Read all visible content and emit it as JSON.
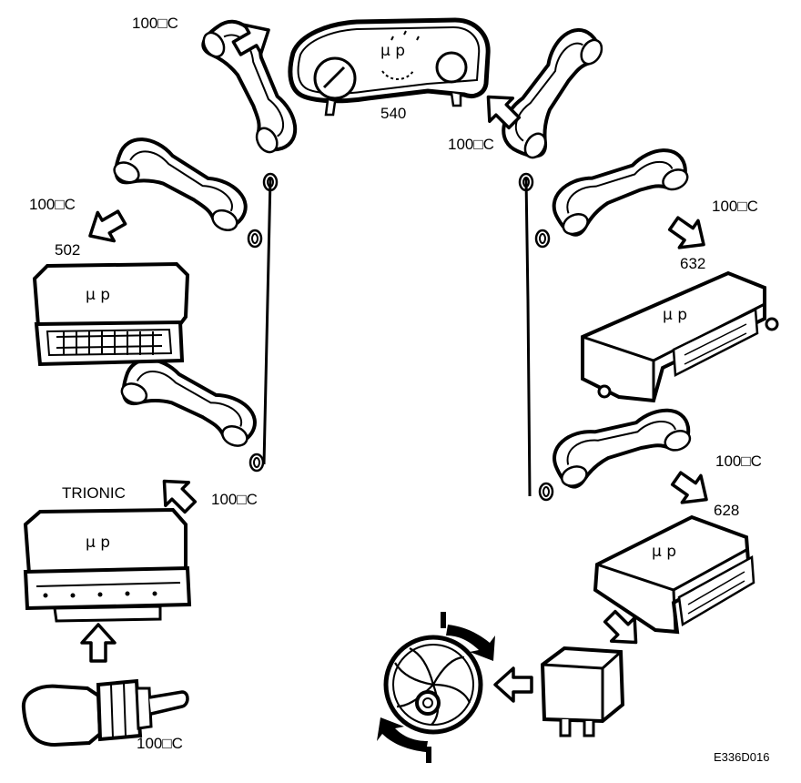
{
  "diagram": {
    "reference_code": "E336D016",
    "modules": {
      "instrument_cluster": {
        "id": "540",
        "processor_text": "µ p"
      },
      "module_502": {
        "id": "502",
        "processor_text": "µ p"
      },
      "module_632": {
        "id": "632",
        "processor_text": "µ p"
      },
      "trionic": {
        "name": "TRIONIC",
        "processor_text": "µ p"
      },
      "module_628": {
        "id": "628",
        "processor_text": "µ p"
      }
    },
    "temperature_labels": {
      "top_left": "100□C",
      "left_mid": "100□C",
      "trionic_side": "100□C",
      "sensor": "100□C",
      "right_top": "100□C",
      "right_mid": "100□C",
      "right_low": "100□C"
    }
  }
}
